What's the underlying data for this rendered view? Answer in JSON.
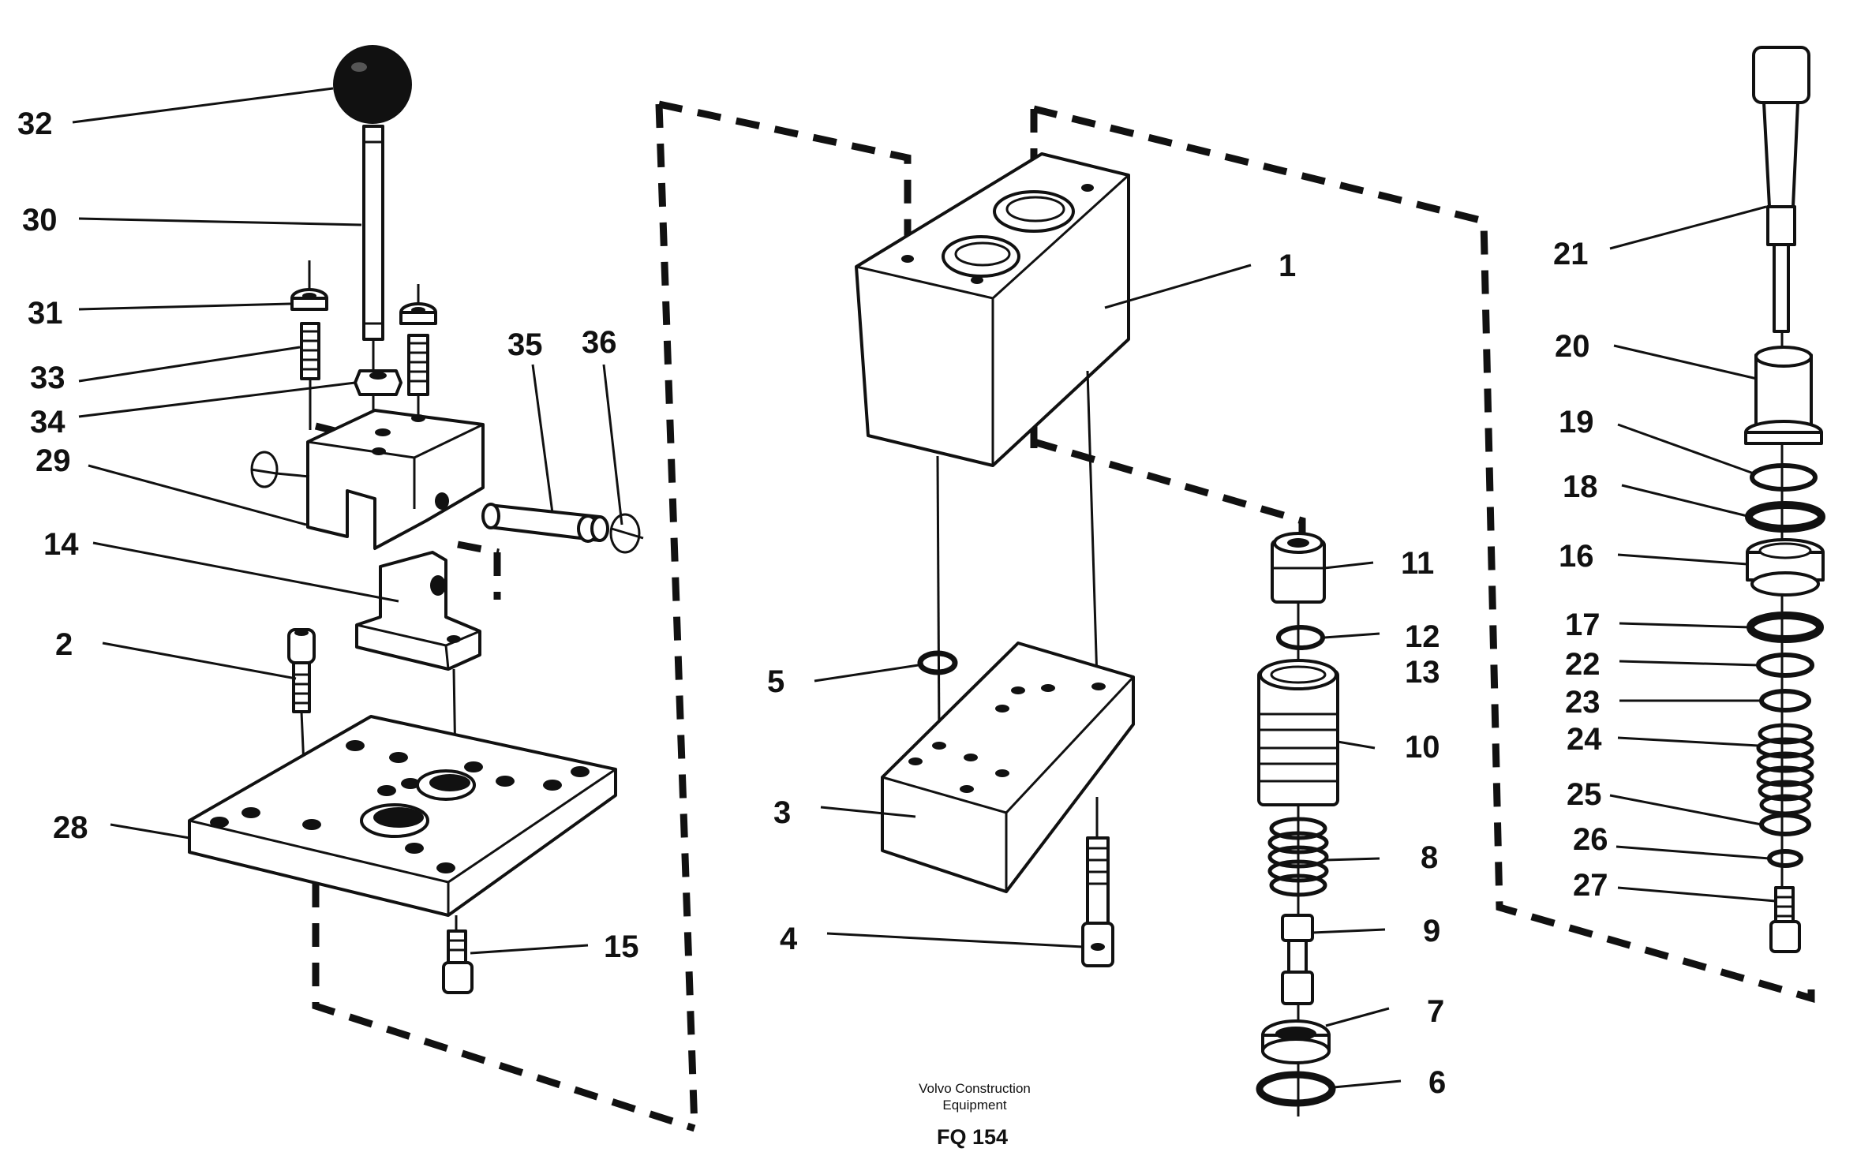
{
  "diagram": {
    "part_numbers": [
      "32",
      "30",
      "31",
      "33",
      "34",
      "29",
      "35",
      "36",
      "14",
      "2",
      "28",
      "15",
      "1",
      "5",
      "3",
      "4",
      "11",
      "12",
      "13",
      "10",
      "8",
      "9",
      "7",
      "6",
      "21",
      "20",
      "19",
      "18",
      "16",
      "17",
      "22",
      "23",
      "24",
      "25",
      "26",
      "27"
    ]
  },
  "footer": {
    "company_line1": "Volvo Construction",
    "company_line2": "Equipment",
    "figure_code": "FQ 154"
  }
}
